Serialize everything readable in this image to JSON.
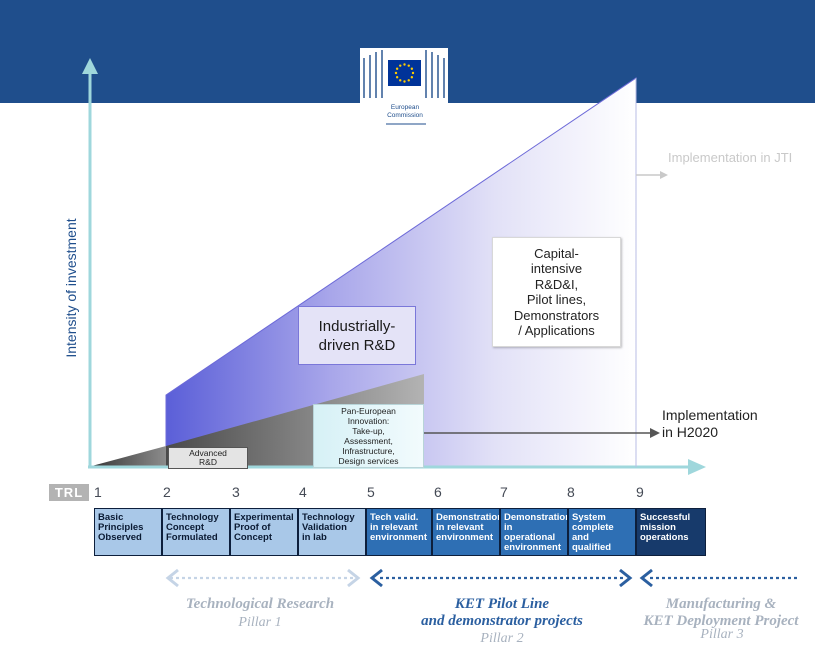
{
  "logo": {
    "line1": "European",
    "line2": "Commission"
  },
  "axes": {
    "y_label": "Intensity of investment"
  },
  "labels": {
    "implementation_jti": "Implementation in JTI",
    "implementation_h2020_line1": "Implementation",
    "implementation_h2020_line2": "in H2020",
    "capital_intensive": [
      "Capital-",
      "intensive",
      "R&D&I,",
      "Pilot lines,",
      "Demonstrators",
      "/ Applications"
    ],
    "industrially_driven": [
      "Industrially-",
      "driven R&D"
    ],
    "advanced_rd": [
      "Advanced",
      "R&D"
    ],
    "pan_european": [
      "Pan-European",
      "Innovation:",
      "Take-up,",
      "Assessment,",
      "Infrastructure,",
      "Design services"
    ]
  },
  "trl": {
    "badge": "TRL",
    "numbers": [
      "1",
      "2",
      "3",
      "4",
      "5",
      "6",
      "7",
      "8",
      "9"
    ],
    "steps": [
      {
        "lines": [
          "Basic",
          "Principles",
          "Observed"
        ],
        "color": "#a9c8e8"
      },
      {
        "lines": [
          "Technology",
          "Concept",
          "Formulated"
        ],
        "color": "#a9c8e8"
      },
      {
        "lines": [
          "Experimental",
          "Proof of",
          "Concept"
        ],
        "color": "#a9c8e8"
      },
      {
        "lines": [
          "Technology",
          "Validation",
          "in lab"
        ],
        "color": "#a9c8e8"
      },
      {
        "lines": [
          "Tech valid.",
          "in relevant",
          "environment"
        ],
        "color": "#2e6fb4"
      },
      {
        "lines": [
          "Demonstration",
          "in relevant",
          "environment"
        ],
        "color": "#2e6fb4"
      },
      {
        "lines": [
          "Demonstration",
          "in operational",
          "environment"
        ],
        "color": "#2e6fb4"
      },
      {
        "lines": [
          "System",
          "complete and",
          "qualified"
        ],
        "color": "#2e6fb4"
      },
      {
        "lines": [
          "Successful",
          "mission",
          "operations"
        ],
        "color": "#173a6b"
      }
    ]
  },
  "pillars": [
    {
      "title": [
        "Technological Research"
      ],
      "sub": "Pillar 1",
      "color": "#a8b2bf"
    },
    {
      "title": [
        "KET Pilot Line",
        "and demonstrator projects"
      ],
      "sub": "Pillar 2",
      "color": "#2b5fa0"
    },
    {
      "title": [
        "Manufacturing &",
        "KET Deployment Project"
      ],
      "sub": "Pillar 3",
      "color": "#a8b2bf"
    }
  ],
  "colors": {
    "header_blue": "#1f4e8c",
    "flag_blue": "#003399",
    "star_yellow": "#ffcc00",
    "axis": "#9fd7dc",
    "dark_navy": "#0d1f3c"
  }
}
